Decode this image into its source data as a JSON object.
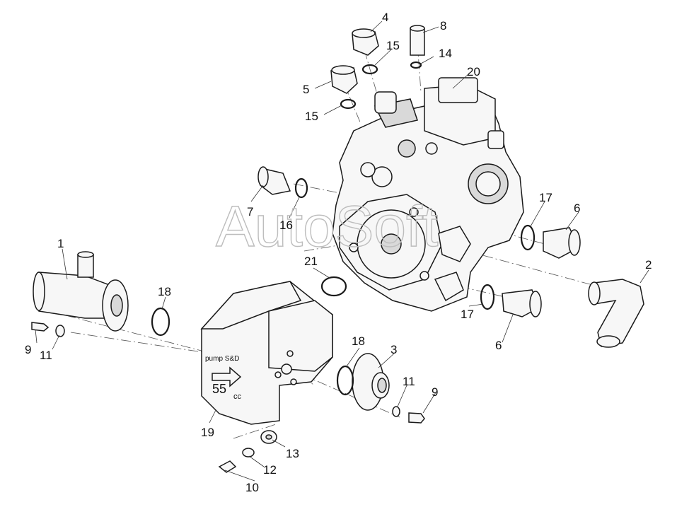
{
  "watermark": "AutoSoft",
  "casting_text": {
    "line1": "pump S&D",
    "line2": "55",
    "line3": "cc"
  },
  "callouts": {
    "c1": "1",
    "c2": "2",
    "c3": "3",
    "c4": "4",
    "c5": "5",
    "c6a": "6",
    "c6b": "6",
    "c7": "7",
    "c8": "8",
    "c9a": "9",
    "c9b": "9",
    "c10": "10",
    "c11a": "11",
    "c11b": "11",
    "c12": "12",
    "c13": "13",
    "c14": "14",
    "c15a": "15",
    "c15b": "15",
    "c16": "16",
    "c17a": "17",
    "c17b": "17",
    "c18a": "18",
    "c18b": "18",
    "c19": "19",
    "c20": "20",
    "c21": "21"
  }
}
